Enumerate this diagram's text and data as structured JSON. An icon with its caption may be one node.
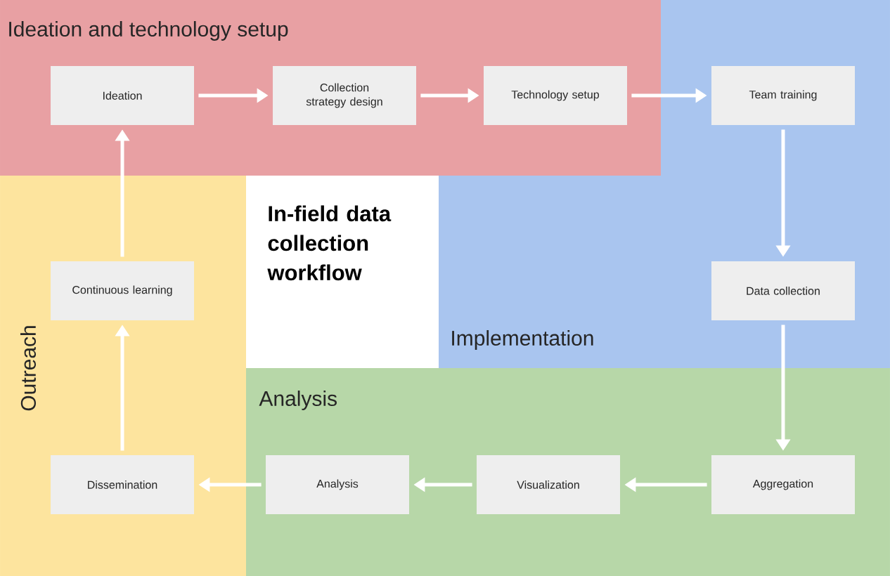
{
  "diagram": {
    "title": "In-field data collection workflow",
    "nodes": [
      {
        "text": [
          "Ideation and technology setup"
        ]
      },
      {
        "text": [
          "Ideation"
        ],
        "in": 0
      },
      {
        "text": [
          "Collection strategy design"
        ],
        "in": 0
      },
      {
        "text": [
          "Technology setup"
        ],
        "in": 0
      },
      {
        "text": [
          "Implementation"
        ]
      },
      {
        "text": [
          "Team training"
        ],
        "in": 4
      },
      {
        "text": [
          "Data collection"
        ],
        "in": 4
      },
      {
        "text": [
          "Analysis"
        ]
      },
      {
        "text": [
          "Aggregation"
        ],
        "in": 7
      },
      {
        "text": [
          "Visualization"
        ],
        "in": 7
      },
      {
        "text": [
          "Analysis"
        ],
        "in": 7
      },
      {
        "text": [
          "Outreach"
        ]
      },
      {
        "text": [
          "Dissemination"
        ],
        "in": 11
      },
      {
        "text": [
          "Continuous learning"
        ],
        "in": 11
      }
    ],
    "edges": [
      {
        "from": 1,
        "to": 2,
        "arrow": "to"
      },
      {
        "from": 2,
        "to": 3,
        "arrow": "to"
      },
      {
        "from": 3,
        "to": 5,
        "arrow": "to"
      },
      {
        "from": 5,
        "to": 6,
        "arrow": "to"
      },
      {
        "from": 6,
        "to": 8,
        "arrow": "to"
      },
      {
        "from": 8,
        "to": 9,
        "arrow": "to"
      },
      {
        "from": 9,
        "to": 10,
        "arrow": "to"
      },
      {
        "from": 10,
        "to": 12,
        "arrow": "to"
      },
      {
        "from": 12,
        "to": 13,
        "arrow": "to"
      },
      {
        "from": 13,
        "to": 1,
        "arrow": "to"
      }
    ]
  }
}
